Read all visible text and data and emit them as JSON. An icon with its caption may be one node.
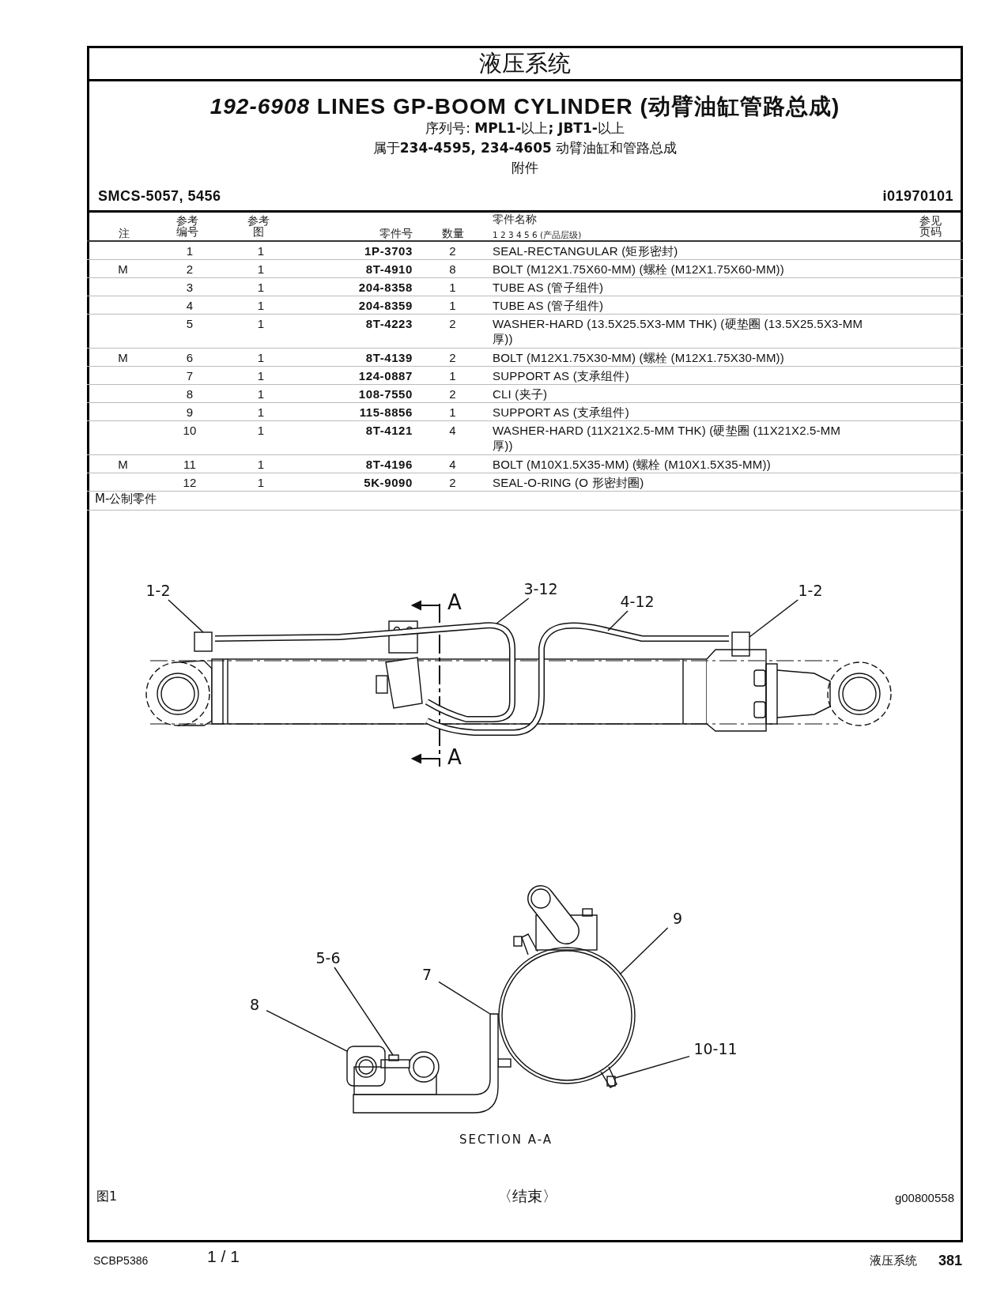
{
  "diagram": {
    "title": "液压系统",
    "nodes": [
      {
        "text": [
          "1-2"
        ]
      },
      {
        "text": [
          "3-12"
        ]
      },
      {
        "text": [
          "4-12"
        ]
      },
      {
        "text": [
          "1-2"
        ]
      },
      {
        "text": [
          "9"
        ]
      },
      {
        "text": [
          "5-6"
        ]
      },
      {
        "text": [
          "7"
        ]
      },
      {
        "text": [
          "8"
        ]
      },
      {
        "text": [
          "10-11"
        ]
      },
      {
        "text": [],
        "shape": "box"
      },
      {
        "text": [],
        "shape": "tube"
      },
      {
        "text": [],
        "shape": "tube"
      },
      {
        "text": [],
        "shape": "box"
      },
      {
        "text": [],
        "shape": "circle"
      },
      {
        "text": [],
        "shape": "box"
      },
      {
        "text": [],
        "shape": "bar"
      },
      {
        "text": [],
        "shape": "box"
      },
      {
        "text": [],
        "shape": "box"
      }
    ],
    "edges": [
      {
        "from": 0,
        "to": 9,
        "arrow": "none"
      },
      {
        "from": 1,
        "to": 10,
        "arrow": "none"
      },
      {
        "from": 2,
        "to": 11,
        "arrow": "none"
      },
      {
        "from": 3,
        "to": 12,
        "arrow": "none"
      },
      {
        "from": 4,
        "to": 13,
        "arrow": "none"
      },
      {
        "from": 5,
        "to": 14,
        "arrow": "none"
      },
      {
        "from": 6,
        "to": 15,
        "arrow": "none"
      },
      {
        "from": 7,
        "to": 16,
        "arrow": "none"
      },
      {
        "from": 8,
        "to": 17,
        "arrow": "none"
      }
    ],
    "labels": [
      "*192-6908* LINES GP-BOOM CYLINDER (动臂油缸管路总成)",
      "序列号:  **MPL1-**以上**; JBT1-**以上",
      "属于**234-4595, 234-4605** 动臂油缸和管路总成",
      "附件",
      "SMCS-5057, 5456",
      "i01970101",
      "注",
      "参考编号",
      "参考图",
      "零件号",
      "数量",
      "零件名称",
      "1 2 3 4 5 6 (产品层级)",
      "参见页码",
      "1",
      "1",
      "1P-3703",
      "2",
      "SEAL-RECTANGULAR (矩形密封)",
      "M",
      "2",
      "1",
      "8T-4910",
      "8",
      "BOLT (M12X1.75X60-MM) (螺栓 (M12X1.75X60-MM))",
      "3",
      "1",
      "204-8358",
      "1",
      "TUBE AS (管子组件)",
      "4",
      "1",
      "204-8359",
      "1",
      "TUBE AS (管子组件)",
      "5",
      "1",
      "8T-4223",
      "2",
      "WASHER-HARD (13.5X25.5X3-MM THK) (硬垫圈 (13.5X25.5X3-MM 厚))",
      "M",
      "6",
      "1",
      "8T-4139",
      "2",
      "BOLT (M12X1.75X30-MM) (螺栓 (M12X1.75X30-MM))",
      "7",
      "1",
      "124-0887",
      "1",
      "SUPPORT AS (支承组件)",
      "8",
      "1",
      "108-7550",
      "2",
      "CLI (夹子)",
      "9",
      "1",
      "115-8856",
      "1",
      "SUPPORT AS (支承组件)",
      "10",
      "1",
      "8T-4121",
      "4",
      "WASHER-HARD (11X21X2.5-MM THK) (硬垫圈 (11X21X2.5-MM 厚))",
      "M",
      "11",
      "1",
      "8T-4196",
      "4",
      "BOLT (M10X1.5X35-MM) (螺栓 (M10X1.5X35-MM))",
      "12",
      "1",
      "5K-9090",
      "2",
      "SEAL-O-RING (O 形密封圈)",
      "M-公制零件",
      "A",
      "A",
      "SECTION A-A",
      "图1",
      "〈结束〉",
      "g00800558",
      "SCBP5386",
      "1 / 1",
      "液压系统",
      "381"
    ]
  }
}
